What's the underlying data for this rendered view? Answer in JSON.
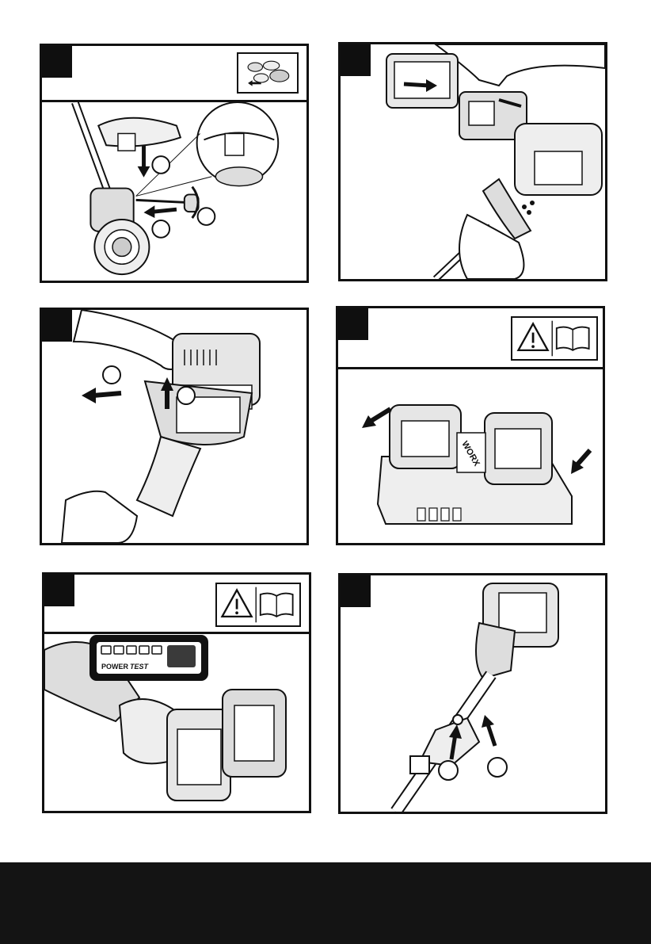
{
  "page": {
    "colors": {
      "ink": "#111111",
      "paper": "#ffffff",
      "footer": "#141414",
      "led": "#ffffff",
      "display": "#3a3a3a"
    }
  },
  "panels": [
    {
      "id": "step-1",
      "icon": "guard-assembly-thumbnail-icon",
      "callouts": 3
    },
    {
      "id": "step-2",
      "icon": "",
      "callouts": 0
    },
    {
      "id": "step-3",
      "icon": "",
      "callouts": 2
    },
    {
      "id": "step-4",
      "icon": "warning-and-manual-icon",
      "callouts": 0
    },
    {
      "id": "step-5",
      "icon": "warning-and-manual-icon",
      "callouts": 0
    },
    {
      "id": "step-6",
      "icon": "",
      "callouts": 2
    }
  ],
  "battery_indicator": {
    "label_power": "POWER",
    "label_test": "TEST",
    "led_count": 5
  },
  "charger": {
    "brand_mark": "WORX"
  }
}
